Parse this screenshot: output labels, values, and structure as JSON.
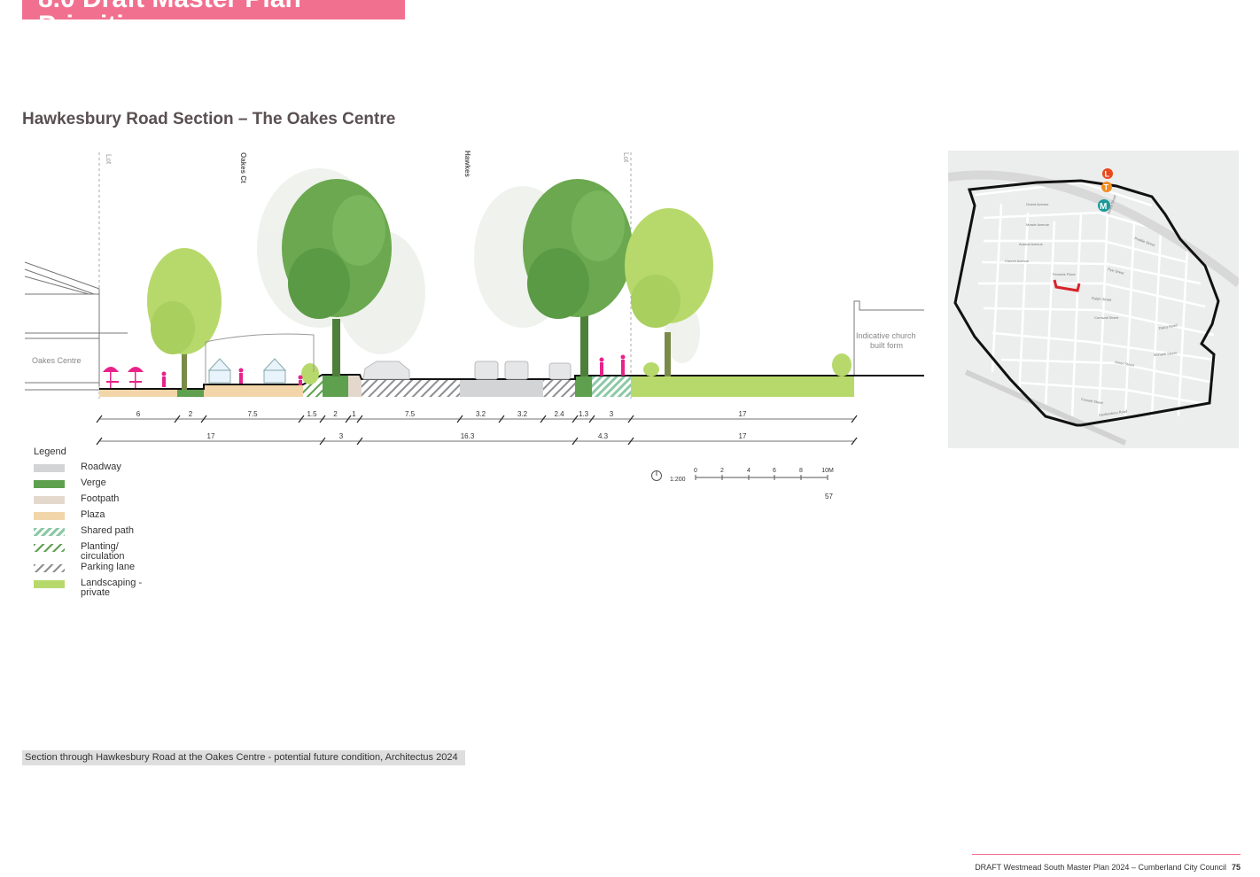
{
  "page": {
    "banner_title": "8.0 Draft Master Plan Priorities",
    "section_title": "Hawkesbury Road Section – The Oakes Centre",
    "keymap_title": "Key Map",
    "caption": "Section through Hawkesbury Road at the Oakes Centre - potential future condition, Architectus 2024",
    "footer_text": "DRAFT Westmead South Master Plan 2024 – Cumberland City Council",
    "page_number": "75"
  },
  "section": {
    "labels": {
      "lot_left": "Lot",
      "oakes_ct": "Oakes Ct",
      "hawkes": "Hawkes",
      "lot_right": "Lot",
      "oakes_centre": "Oakes Centre",
      "church_line1": "Indicative church",
      "church_line2": "built form"
    },
    "dims_row1": [
      "6",
      "2",
      "7.5",
      "1.5",
      "2",
      "1",
      "7.5",
      "3.2",
      "3.2",
      "2.4",
      "1.3",
      "3",
      "17"
    ],
    "dims_row2": [
      "17",
      "3",
      "16.3",
      "4.3",
      "17"
    ],
    "scale": {
      "ratio": "1:200",
      "ticks": [
        "0",
        "2",
        "4",
        "6",
        "8",
        "10M"
      ],
      "extra": "57"
    },
    "colors": {
      "roadway": "#d3d4d6",
      "verge": "#5ea04e",
      "footpath": "#e4d8cd",
      "plaza": "#f2d5a8",
      "landscaping": "#b7d96b",
      "people": "#e8228a",
      "accent_pink": "#f2708f"
    }
  },
  "legend": {
    "title": "Legend",
    "items": [
      {
        "label": "Roadway"
      },
      {
        "label": "Verge"
      },
      {
        "label": "Footpath"
      },
      {
        "label": "Plaza"
      },
      {
        "label": "Shared path"
      },
      {
        "label": "Planting/ circulation"
      },
      {
        "label": "Parking lane"
      },
      {
        "label": "Landscaping - private"
      }
    ]
  },
  "keymap": {
    "markers": {
      "light_rail": "L",
      "train": "T",
      "metro": "M"
    },
    "streets": [
      "Grand Avenue",
      "Mowle Avenue",
      "Austral Avenue",
      "Church Avenue",
      "Fenwick Place",
      "Bailey Street",
      "Priddle Street",
      "Pye Street",
      "Ralph Street",
      "Cornwall Street",
      "Darcy Road",
      "Amos Street",
      "Fennell Street",
      "Monash Street",
      "Hawkesbury Road"
    ]
  }
}
